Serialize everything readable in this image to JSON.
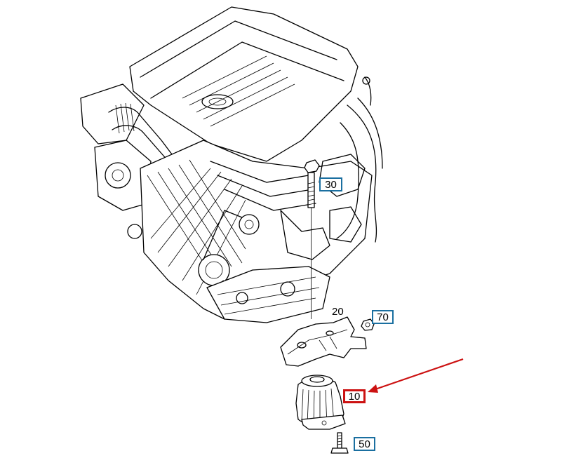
{
  "diagram": {
    "labels": {
      "p10": "10",
      "p20": "20",
      "p30": "30",
      "p50": "50",
      "p70": "70"
    },
    "colors": {
      "callout_border": "#1a6fa0",
      "highlight": "#cc1111"
    }
  }
}
